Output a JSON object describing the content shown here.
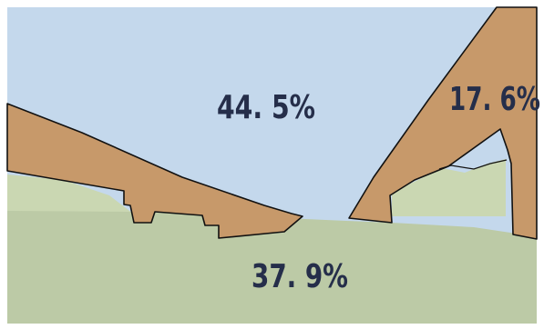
{
  "regions": [
    {
      "key": "sky",
      "value": 44.5,
      "label": "44. 5%",
      "color": "#c4d8ec"
    },
    {
      "key": "foreground",
      "value": 37.9,
      "label": "37. 9%",
      "color": "#bccaa6"
    },
    {
      "key": "structures",
      "value": 17.6,
      "label": "17. 6%",
      "color": "#c7996a"
    }
  ],
  "colors": {
    "frame": "#ffffff",
    "distance": "#cad7b2",
    "outline": "#111111",
    "label": "#252e4a"
  }
}
